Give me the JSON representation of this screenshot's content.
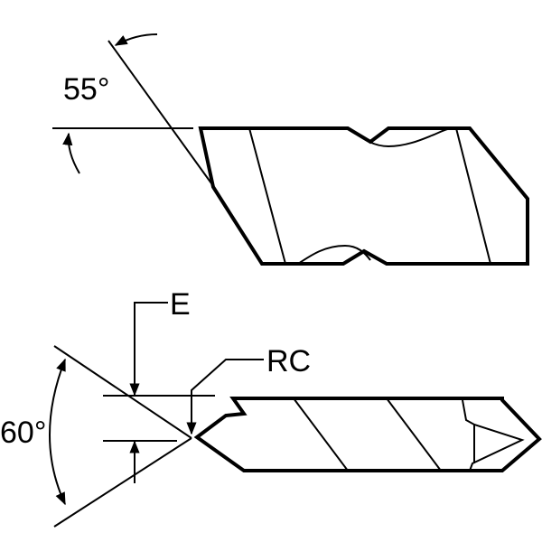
{
  "diagram": {
    "top_view": {
      "angle_label": "55°"
    },
    "bottom_view": {
      "angle_label": "60°",
      "e_label": "E",
      "rc_label": "RC"
    }
  }
}
